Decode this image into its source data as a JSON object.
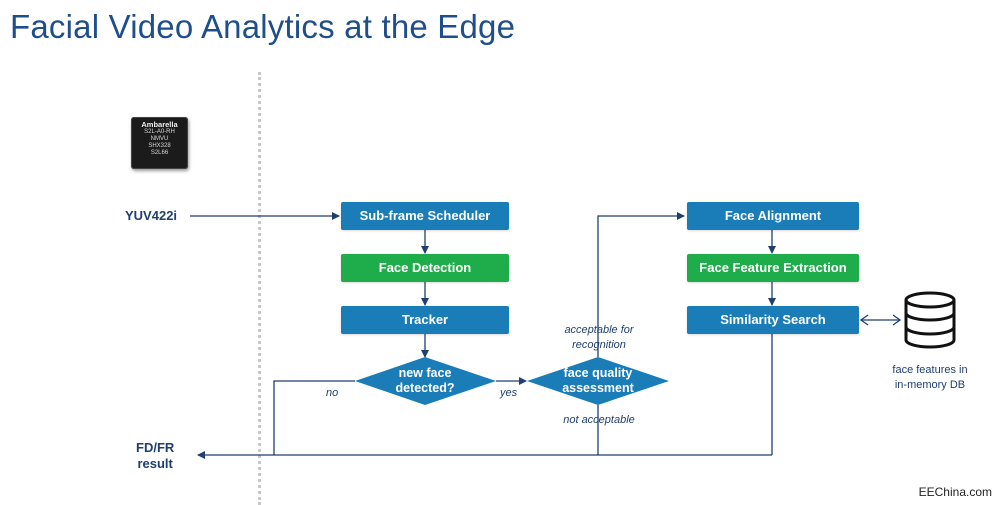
{
  "title": "Facial Video Analytics at the Edge",
  "chip": {
    "brand": "Ambarella",
    "line1": "S2L-A0-RH",
    "line2": "NMVU",
    "line3": "SHX328",
    "line4": "S2L66"
  },
  "inputs": {
    "source": "YUV422i",
    "result": "FD/FR\nresult"
  },
  "boxes": {
    "scheduler": "Sub-frame Scheduler",
    "detection": "Face Detection",
    "tracker": "Tracker",
    "alignment": "Face Alignment",
    "extraction": "Face Feature Extraction",
    "similarity": "Similarity Search"
  },
  "decisions": {
    "new_face": "new face\ndetected?",
    "quality": "face quality\nassessment"
  },
  "edge_labels": {
    "no": "no",
    "yes": "yes",
    "acceptable": "acceptable for\nrecognition",
    "not_acceptable": "not acceptable"
  },
  "database": {
    "label": "face features in\nin-memory DB"
  },
  "watermark": "EEChina.com",
  "colors": {
    "title": "#1f4e8c",
    "box_blue": "#1a7db8",
    "box_green": "#1fad4c",
    "line": "#1f3f6e"
  }
}
